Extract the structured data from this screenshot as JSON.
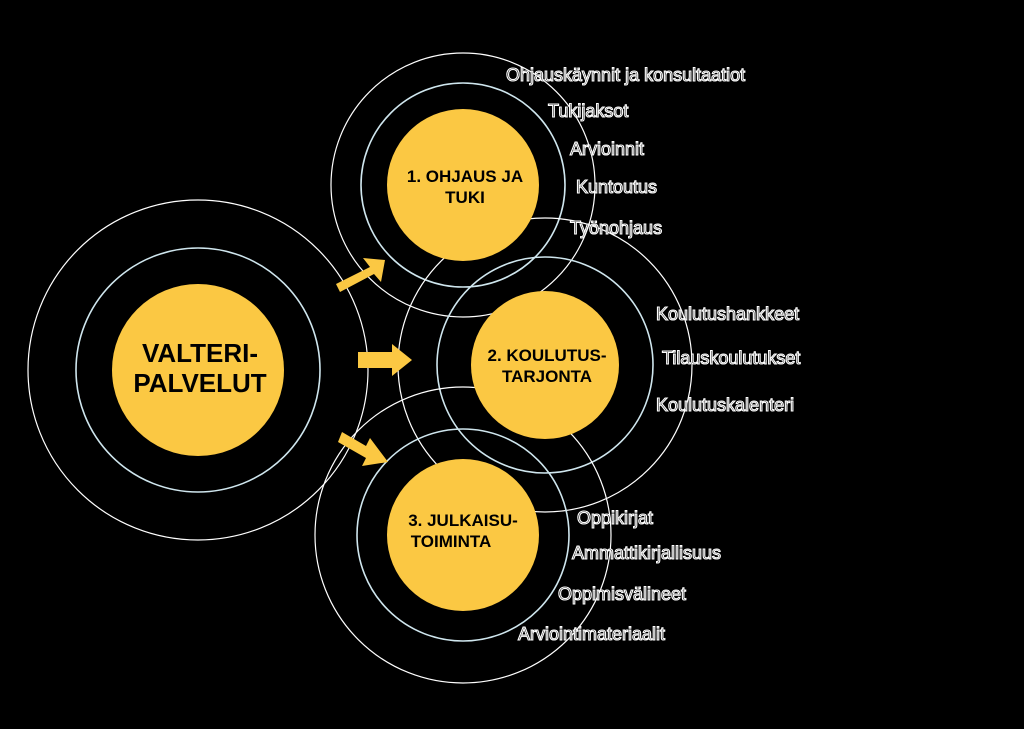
{
  "colors": {
    "background": "#000000",
    "accent": "#FBC843",
    "ring_outer": "#FFFFFF",
    "ring_inner": "#CFE6EE"
  },
  "center": {
    "label_line1": "VALTERI-",
    "label_line2": "PALVELUT"
  },
  "nodes": [
    {
      "label_line1": "1. OHJAUS JA",
      "label_line2": "TUKI",
      "items": [
        "Ohjauskäynnit ja konsultaatiot",
        "Tukijaksot",
        "Arvioinnit",
        "Kuntoutus",
        "Työnohjaus"
      ]
    },
    {
      "label_line1": "2. KOULUTUS-",
      "label_line2": "TARJONTA",
      "items": [
        "Koulutushankkeet",
        "Tilauskoulutukset",
        "Koulutuskalenteri"
      ]
    },
    {
      "label_line1": "3. JULKAISU-",
      "label_line2": "TOIMINTA",
      "items": [
        "Oppikirjat",
        "Ammattikirjallisuus",
        "Oppimisvälineet",
        "Arviointimateriaalit"
      ]
    }
  ]
}
